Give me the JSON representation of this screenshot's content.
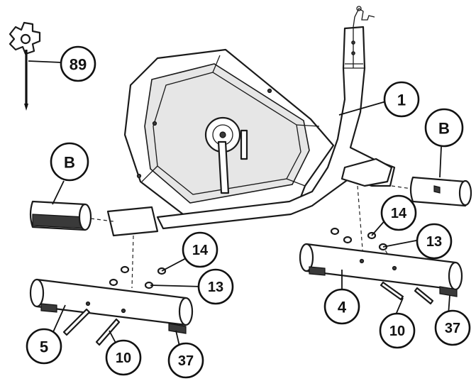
{
  "callouts": {
    "tool": "89",
    "main_frame": "1",
    "end_cap_left": "B",
    "end_cap_right": "B",
    "washer_right": "14",
    "nut_right": "13",
    "washer_left": "14",
    "nut_left": "13",
    "rear_stabilizer": "4",
    "front_stabilizer": "5",
    "bolt_left": "10",
    "bolt_right": "10",
    "foot_left": "37",
    "foot_right": "37"
  }
}
